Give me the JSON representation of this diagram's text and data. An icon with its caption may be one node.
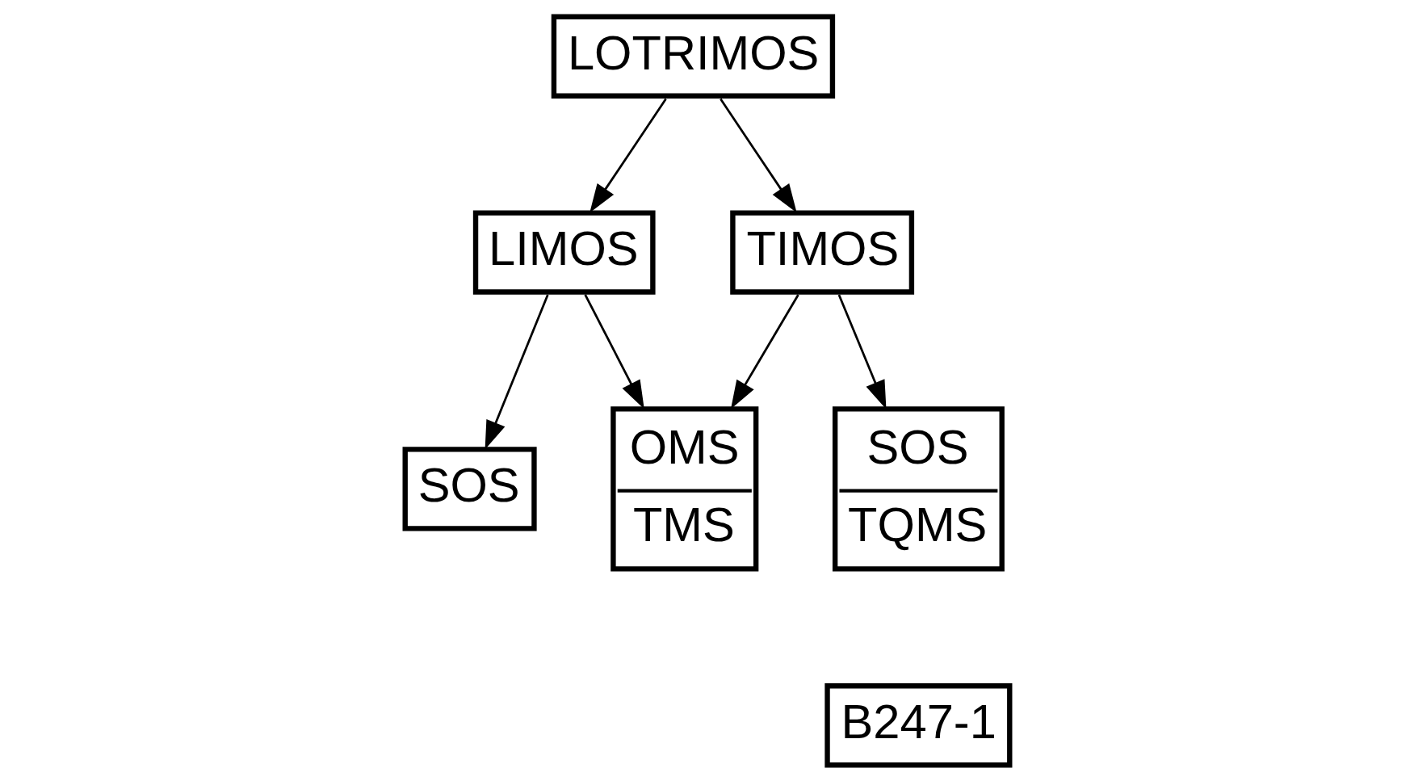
{
  "diagram": {
    "nodes": [
      {
        "text": [
          "LOTRIMOS"
        ]
      },
      {
        "text": [
          "LIMOS"
        ]
      },
      {
        "text": [
          "TIMOS"
        ]
      },
      {
        "text": [
          "SOS"
        ]
      },
      {
        "text": [
          "OMS",
          "TMS"
        ]
      },
      {
        "text": [
          "SOS",
          "TQMS"
        ]
      },
      {
        "text": [
          "B247-1"
        ]
      }
    ],
    "edges": [
      {
        "from": 0,
        "to": 1,
        "arrow": "to"
      },
      {
        "from": 0,
        "to": 2,
        "arrow": "to"
      },
      {
        "from": 1,
        "to": 3,
        "arrow": "to"
      },
      {
        "from": 1,
        "to": 4,
        "arrow": "to"
      },
      {
        "from": 2,
        "to": 4,
        "arrow": "to"
      },
      {
        "from": 2,
        "to": 5,
        "arrow": "to"
      }
    ]
  }
}
